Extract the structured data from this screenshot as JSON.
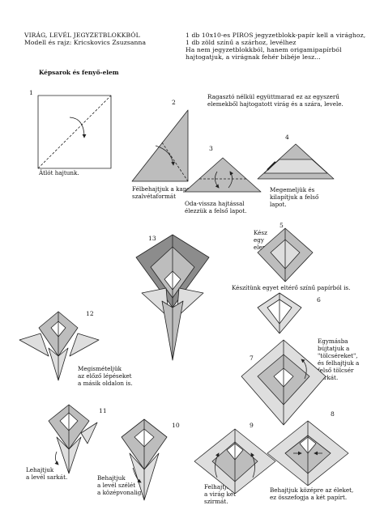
{
  "header": {
    "title_line1": "VIRÁG, LEVÉL JEGYZETBLOKKBÓL",
    "title_line2": "Modell és rajz: Kricskovics Zsuzsanna",
    "materials": [
      "1 db 10x10-es PIROS jegyzetblokk-papír kell a virághoz,",
      "1 db zöld színű a szárhoz, levélhez",
      "Ha nem jegyzetblokkból, hanem origamipapírból",
      "hajtogatjuk, a virágnak fehér bibéje lesz..."
    ]
  },
  "section_title": "Képsarok és fenyő-elem",
  "intro_note": [
    "Ragasztó nélkül együttmarad ez az egyszerű",
    "elemekből hajtogatott virág és a szára, levele."
  ],
  "steps": [
    {
      "num": "1",
      "text": [
        "Átlót hajtunk."
      ]
    },
    {
      "num": "2",
      "text": [
        "Félbehajtjuk a kapott",
        "szalvétaformát"
      ]
    },
    {
      "num": "3",
      "text": [
        "Oda-vissza hajtással",
        "élezzük a felső lapot."
      ]
    },
    {
      "num": "4",
      "text": [
        "Megemeljük és",
        "kilapítjuk a felső",
        "lapot."
      ]
    },
    {
      "num": "5",
      "text": [
        "Kész",
        "egy",
        "elem."
      ]
    },
    {
      "num": "6",
      "text": [
        "Készítünk egyet eltérő színű papírból is."
      ]
    },
    {
      "num": "7",
      "text": [
        "Egymásba",
        "bújtatjuk a",
        "\"tölcséreket\",",
        "és felhajtjuk a",
        "felső tölcsér",
        "sarkát."
      ]
    },
    {
      "num": "8",
      "text": [
        "Behajtjuk középre az éleket,",
        "ez összefogja a két papírt."
      ]
    },
    {
      "num": "9",
      "text": [
        "Felhajtjuk",
        "a virág két",
        "szirmát."
      ]
    },
    {
      "num": "10",
      "text": [
        "Behajtjuk",
        "a levél szélét",
        "a középvonalig."
      ]
    },
    {
      "num": "11",
      "text": [
        "Lehajtjuk",
        "a levél sarkát."
      ]
    },
    {
      "num": "12",
      "text": [
        "Megismételjük",
        "az előző lépéseket",
        "a másik oldalon is."
      ]
    },
    {
      "num": "13",
      "text": []
    }
  ],
  "colors": {
    "gray": "#bdbdbd",
    "light": "#dedede",
    "dark": "#8c8c8c",
    "line": "#222222"
  }
}
